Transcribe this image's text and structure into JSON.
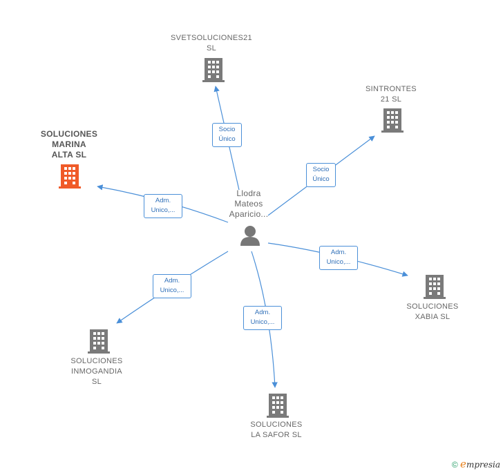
{
  "center": {
    "name_lines": [
      "Llodra",
      "Mateos",
      "Aparicio..."
    ]
  },
  "companies": [
    {
      "id": "svet",
      "lines": [
        "SVETSOLUCIONES21",
        "SL"
      ],
      "highlight": false
    },
    {
      "id": "sintrontes",
      "lines": [
        "SINTRONTES",
        "21  SL"
      ],
      "highlight": false
    },
    {
      "id": "marina",
      "lines": [
        "SOLUCIONES",
        "MARINA",
        "ALTA  SL"
      ],
      "highlight": true
    },
    {
      "id": "xabia",
      "lines": [
        "SOLUCIONES",
        "XABIA  SL"
      ],
      "highlight": false
    },
    {
      "id": "inmogandia",
      "lines": [
        "SOLUCIONES",
        "INMOGANDIA",
        "SL"
      ],
      "highlight": false
    },
    {
      "id": "safor",
      "lines": [
        "SOLUCIONES",
        "LA SAFOR  SL"
      ],
      "highlight": false
    }
  ],
  "edges": [
    {
      "to": "svet",
      "lines": [
        "Socio",
        "Único"
      ]
    },
    {
      "to": "sintrontes",
      "lines": [
        "Socio",
        "Único"
      ]
    },
    {
      "to": "marina",
      "lines": [
        "Adm.",
        "Unico,..."
      ]
    },
    {
      "to": "xabia",
      "lines": [
        "Adm.",
        "Unico,..."
      ]
    },
    {
      "to": "inmogandia",
      "lines": [
        "Adm.",
        "Unico,..."
      ]
    },
    {
      "to": "safor",
      "lines": [
        "Adm.",
        "Unico,..."
      ]
    }
  ],
  "colors": {
    "edge": "#4a8fd8",
    "building": "#7a7a7a",
    "highlight": "#f05a28",
    "person": "#777777"
  },
  "copyright": {
    "symbol": "©",
    "brand_initial": "e",
    "brand_rest": "mpresia"
  }
}
